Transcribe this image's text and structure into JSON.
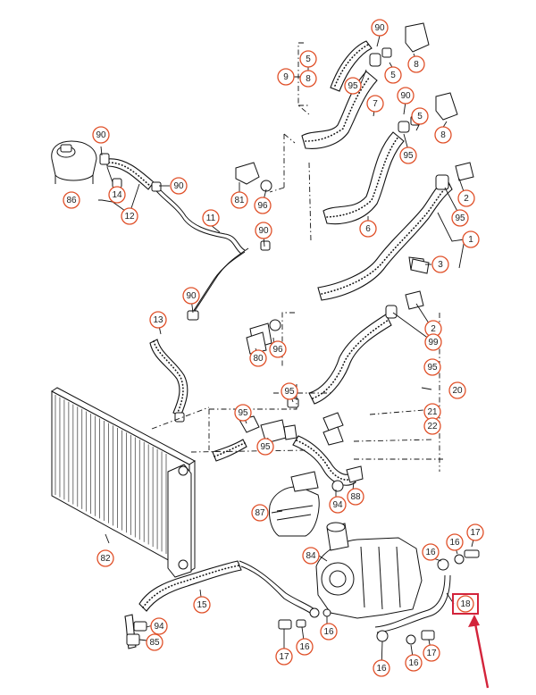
{
  "callouts": [
    {
      "id": "c90a",
      "label": "90"
    },
    {
      "id": "c5a",
      "label": "5"
    },
    {
      "id": "c8a",
      "label": "8"
    },
    {
      "id": "c9",
      "label": "9"
    },
    {
      "id": "c8b",
      "label": "8"
    },
    {
      "id": "c5b",
      "label": "5"
    },
    {
      "id": "c95a",
      "label": "95"
    },
    {
      "id": "c90b",
      "label": "90"
    },
    {
      "id": "c7",
      "label": "7"
    },
    {
      "id": "c8c",
      "label": "8"
    },
    {
      "id": "c5c",
      "label": "5"
    },
    {
      "id": "c95b",
      "label": "95"
    },
    {
      "id": "c90c",
      "label": "90"
    },
    {
      "id": "c86",
      "label": "86"
    },
    {
      "id": "c14",
      "label": "14"
    },
    {
      "id": "c12",
      "label": "12"
    },
    {
      "id": "c90d",
      "label": "90"
    },
    {
      "id": "c81",
      "label": "81"
    },
    {
      "id": "c96a",
      "label": "96"
    },
    {
      "id": "c6",
      "label": "6"
    },
    {
      "id": "c2a",
      "label": "2"
    },
    {
      "id": "c95c",
      "label": "95"
    },
    {
      "id": "c11",
      "label": "11"
    },
    {
      "id": "c90e",
      "label": "90"
    },
    {
      "id": "c1",
      "label": "1"
    },
    {
      "id": "c3",
      "label": "3"
    },
    {
      "id": "c90f",
      "label": "90"
    },
    {
      "id": "c13",
      "label": "13"
    },
    {
      "id": "c80",
      "label": "80"
    },
    {
      "id": "c96b",
      "label": "96"
    },
    {
      "id": "c2b",
      "label": "2"
    },
    {
      "id": "c99",
      "label": "99"
    },
    {
      "id": "c95d",
      "label": "95"
    },
    {
      "id": "c95e",
      "label": "95"
    },
    {
      "id": "c20",
      "label": "20"
    },
    {
      "id": "c95f",
      "label": "95"
    },
    {
      "id": "c21",
      "label": "21"
    },
    {
      "id": "c22",
      "label": "22"
    },
    {
      "id": "c95g",
      "label": "95"
    },
    {
      "id": "c88",
      "label": "88"
    },
    {
      "id": "c94a",
      "label": "94"
    },
    {
      "id": "c87",
      "label": "87"
    },
    {
      "id": "c82",
      "label": "82"
    },
    {
      "id": "c84",
      "label": "84"
    },
    {
      "id": "c16a",
      "label": "16"
    },
    {
      "id": "c16b",
      "label": "16"
    },
    {
      "id": "c17a",
      "label": "17"
    },
    {
      "id": "c15",
      "label": "15"
    },
    {
      "id": "c18",
      "label": "18"
    },
    {
      "id": "c94b",
      "label": "94"
    },
    {
      "id": "c85",
      "label": "85"
    },
    {
      "id": "c17b",
      "label": "17"
    },
    {
      "id": "c16c",
      "label": "16"
    },
    {
      "id": "c16d",
      "label": "16"
    },
    {
      "id": "c16e",
      "label": "16"
    },
    {
      "id": "c16f",
      "label": "16"
    },
    {
      "id": "c17c",
      "label": "17"
    }
  ],
  "highlight": {
    "label": "18",
    "color": "#d3243b"
  },
  "colors": {
    "callout_ring": "#e0512a",
    "highlight": "#d3243b",
    "line": "#111111"
  }
}
